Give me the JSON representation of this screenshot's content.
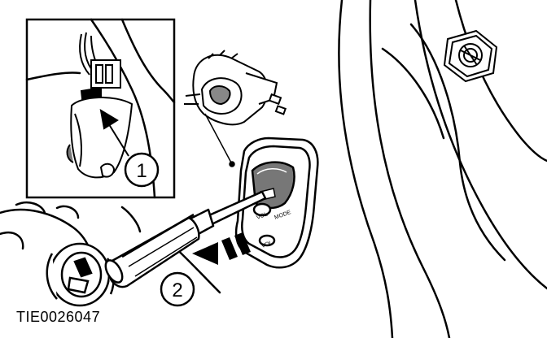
{
  "figure_id": "TIE0026047",
  "callouts": [
    {
      "number": "1"
    },
    {
      "number": "2"
    }
  ],
  "switch_labels": [
    "VOL",
    "MODE",
    "VOL"
  ]
}
